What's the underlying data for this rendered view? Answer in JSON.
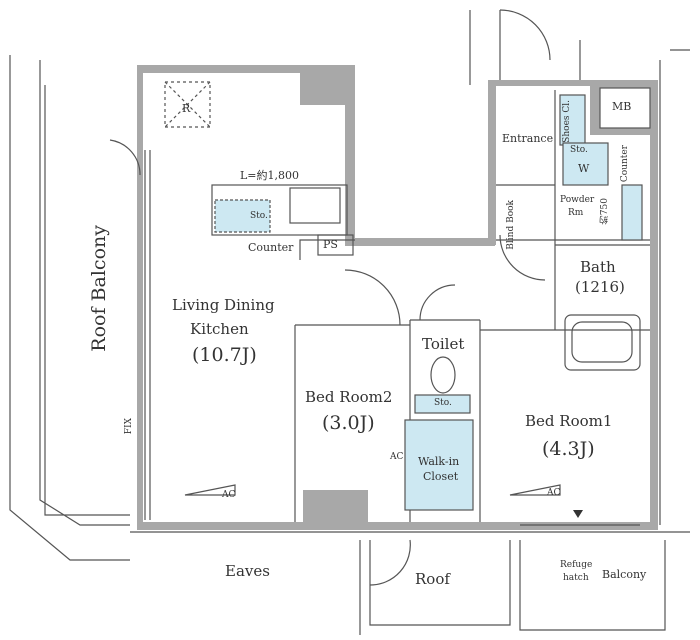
{
  "rooms": {
    "roof_balcony": "Roof Balcony",
    "ldk_line1": "Living Dining",
    "ldk_line2": "Kitchen",
    "ldk_size": "(10.7J)",
    "bedroom2": "Bed Room2",
    "bedroom2_size": "(3.0J)",
    "bedroom1": "Bed Room1",
    "bedroom1_size": "(4.3J)",
    "toilet": "Toilet",
    "walkin_line1": "Walk-in",
    "walkin_line2": "Closet",
    "entrance": "Entrance",
    "bath": "Bath",
    "bath_size": "(1216)",
    "powder_line1": "Powder",
    "powder_line2": "Rm",
    "eaves": "Eaves",
    "roof": "Roof",
    "balcony": "Balcony",
    "mb": "MB",
    "ps": "PS"
  },
  "fixtures": {
    "kitchen_length": "L=約1,800",
    "sto": "Sto.",
    "counter": "Counter",
    "washer": "W",
    "shoes_cl": "Shoes Cl.",
    "blind_book": "Blind Book",
    "width_750": "約750",
    "refuge_line1": "Refuge",
    "refuge_line2": "hatch",
    "ac": "AC",
    "fix": "FIX",
    "r": "R"
  },
  "colors": {
    "wall": "#a8a8a8",
    "storage": "#cde8f2",
    "line": "#555555"
  }
}
